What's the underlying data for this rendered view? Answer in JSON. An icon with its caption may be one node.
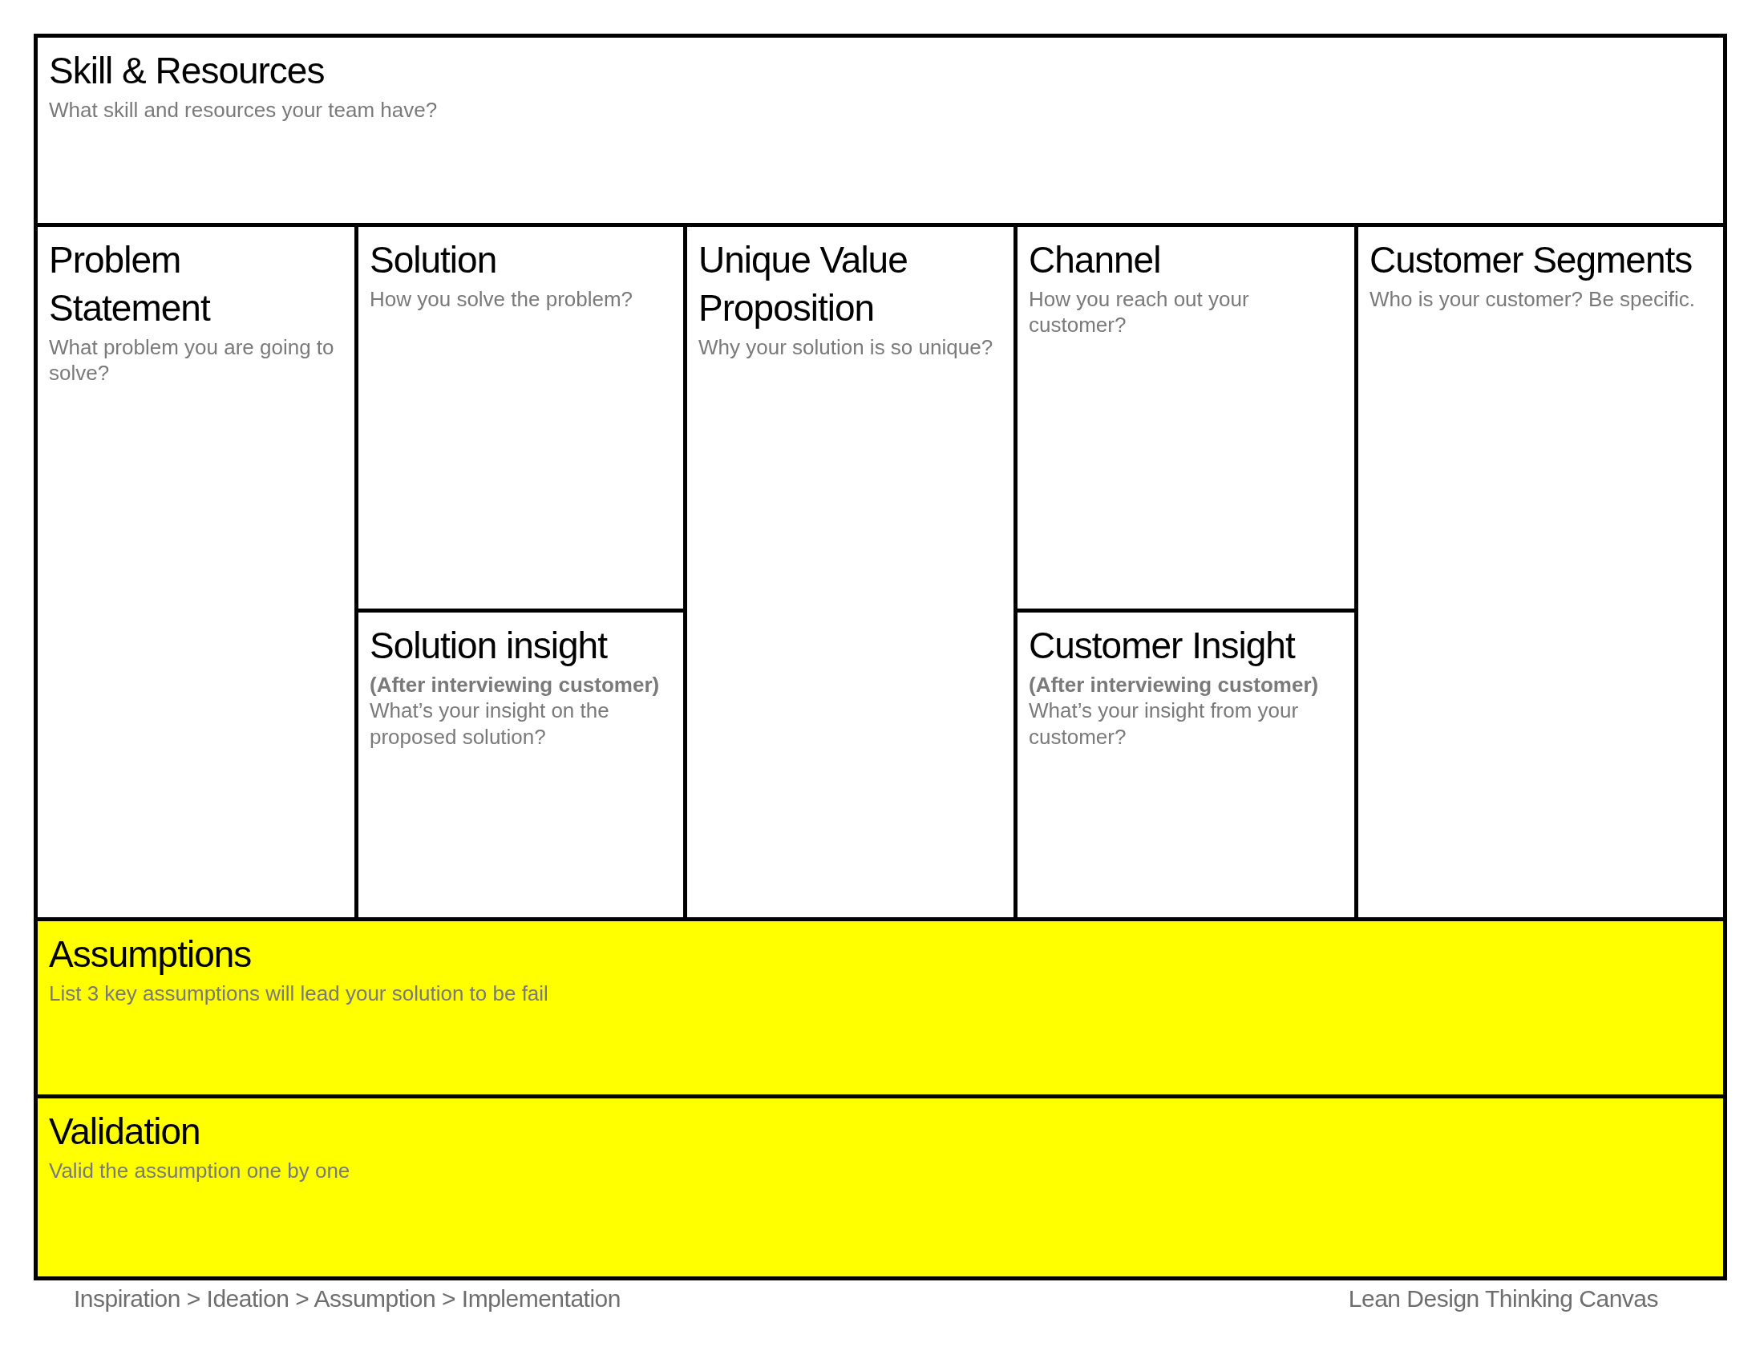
{
  "diagram": {
    "nodes": [
      {
        "text": [
          "Skill & Resources",
          "What skill and resources your team have?"
        ]
      },
      {
        "text": [
          "Problem Statement",
          "What problem you are going to solve?"
        ]
      },
      {
        "text": [
          "Solution",
          "How you solve the problem?"
        ]
      },
      {
        "text": [
          "Solution insight",
          "**(After interviewing customer)** What’s your insight on the proposed solution?"
        ]
      },
      {
        "text": [
          "Unique Value Proposition",
          "Why your solution is so unique?"
        ]
      },
      {
        "text": [
          "Channel",
          "How you reach out your customer?"
        ]
      },
      {
        "text": [
          "Customer Insight",
          "**(After interviewing customer)** What’s your insight from your customer?"
        ]
      },
      {
        "text": [
          "Customer Segments",
          "Who is your customer? Be specific."
        ]
      },
      {
        "text": [
          "Assumptions",
          "List 3 key assumptions will lead your solution to be fail"
        ]
      },
      {
        "text": [
          "Validation",
          "Valid the assumption one by one"
        ]
      }
    ],
    "labels": [
      "Inspiration > Ideation > Assumption > Implementation",
      "Lean Design Thinking Canvas"
    ]
  }
}
